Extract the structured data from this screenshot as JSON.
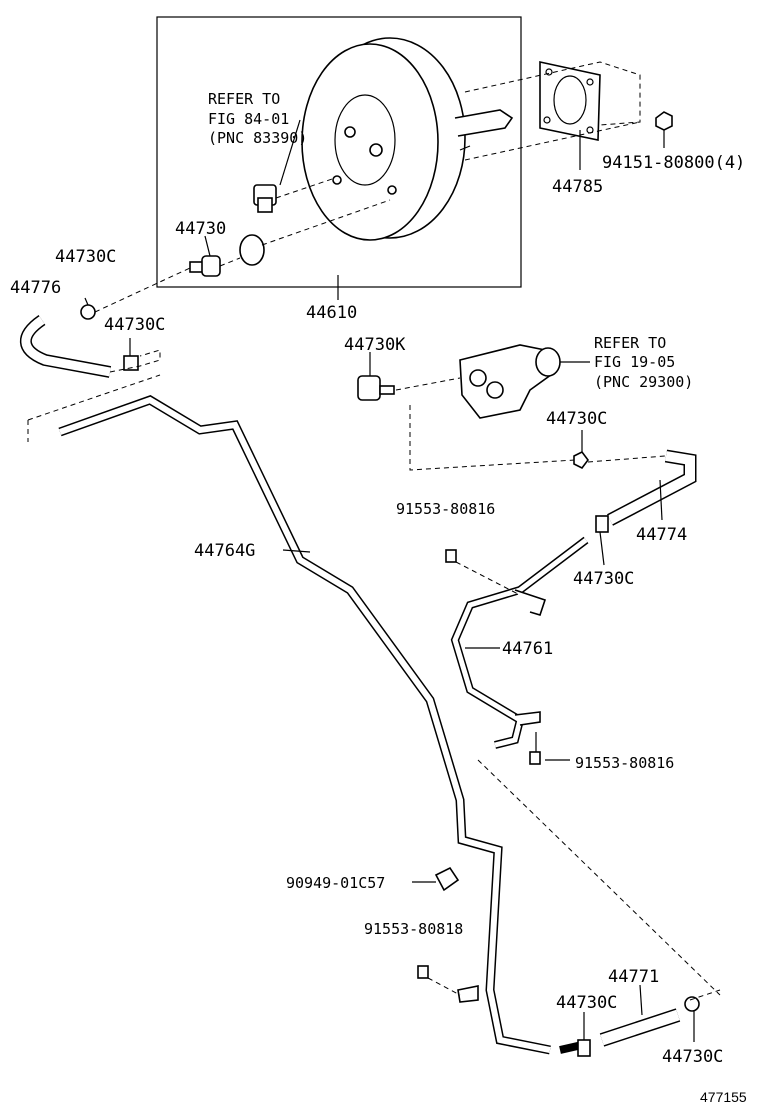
{
  "labels": {
    "refer1": [
      "REFER TO",
      "FIG 84-01",
      "(PNC 83390)"
    ],
    "refer2": [
      "REFER TO",
      "FIG 19-05",
      "(PNC 29300)"
    ],
    "p94151": "94151-80800(4)",
    "p44785": "44785",
    "p44730": "44730",
    "p44730c_a": "44730C",
    "p44776": "44776",
    "p44730c_b": "44730C",
    "p44610": "44610",
    "p44730k": "44730K",
    "p44730c_c": "44730C",
    "p91553_816a": "91553-80816",
    "p44774": "44774",
    "p44730c_d": "44730C",
    "p44764g": "44764G",
    "p44761": "44761",
    "p91553_816b": "91553-80816",
    "p90949": "90949-01C57",
    "p91553_818": "91553-80818",
    "p44771": "44771",
    "p44730c_e": "44730C",
    "p44730c_f": "44730C",
    "figure_number": "477155"
  }
}
